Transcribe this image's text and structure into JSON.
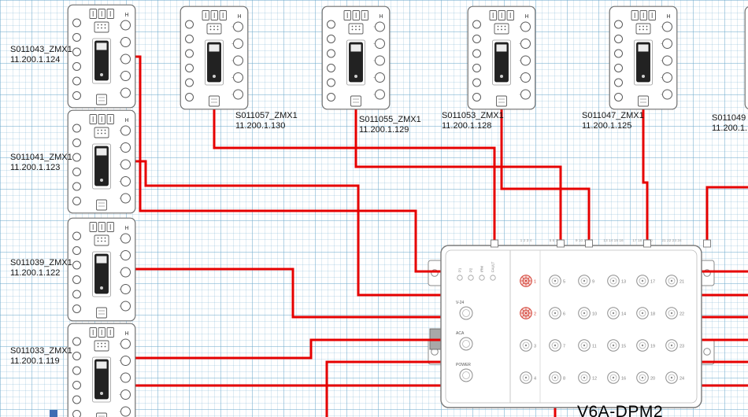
{
  "diagram": {
    "module_mark": "H",
    "left_modules": [
      {
        "id": "S011043_ZMX1",
        "ip": "11.200.1.124"
      },
      {
        "id": "S011041_ZMX1",
        "ip": "11.200.1.123"
      },
      {
        "id": "S011039_ZMX1",
        "ip": "11.200.1.122"
      },
      {
        "id": "S011033_ZMX1",
        "ip": "11.200.1.119"
      }
    ],
    "top_modules": [
      {
        "id": "S011057_ZMX1",
        "ip": "11.200.1.130"
      },
      {
        "id": "S011055_ZMX1",
        "ip": "11.200.1.129"
      },
      {
        "id": "S011053_ZMX1",
        "ip": "11.200.1.128"
      },
      {
        "id": "S011047_ZMX1",
        "ip": "11.200.1.125"
      },
      {
        "id": "S011049",
        "ip": "11.200.1."
      }
    ],
    "hub": {
      "label": "V6A-DPM2",
      "indicators": [
        "P1",
        "P2",
        "IRM",
        "FAULT"
      ],
      "left_ports": [
        "V-24",
        "ACA",
        "POWER"
      ],
      "port_numbers": [
        1,
        2,
        3,
        4,
        5,
        6,
        7,
        8,
        9,
        10,
        11,
        12,
        13,
        14,
        15,
        16,
        17,
        18,
        19,
        20,
        21,
        22,
        23,
        24
      ],
      "active_ports": [
        1,
        2
      ],
      "top_pin_groups": [
        "1 2 3 4",
        "5 6 7 8",
        "9 10 11 12",
        "13 14 15 16",
        "17 18 19 20",
        "21 22 23 24"
      ]
    }
  },
  "colors": {
    "wire": "#e60000",
    "module_outline": "#6f6f6f",
    "hub_outline": "#7a7a7a",
    "port_stroke": "#8d8d8d",
    "active_port": "#d23a2e",
    "grid_line": "#6eaacd",
    "handle_blue": "#3f6db3"
  }
}
